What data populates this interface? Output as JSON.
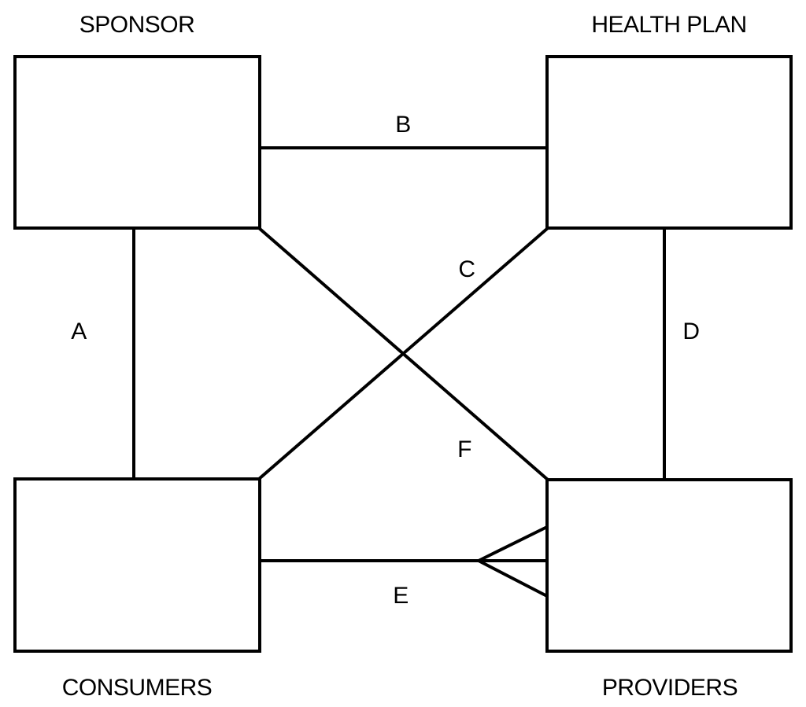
{
  "diagram": {
    "type": "entity-relationship-diagram",
    "colors": {
      "background": "#ffffff",
      "line": "#000000",
      "text": "#000000"
    },
    "nodes": [
      {
        "id": "sponsor",
        "label": "SPONSOR",
        "label_position": "above-box",
        "shape": "rectangle"
      },
      {
        "id": "health_plan",
        "label": "HEALTH PLAN",
        "label_position": "above-box",
        "shape": "rectangle"
      },
      {
        "id": "consumers",
        "label": "CONSUMERS",
        "label_position": "below-box",
        "shape": "rectangle"
      },
      {
        "id": "providers",
        "label": "PROVIDERS",
        "label_position": "below-box",
        "shape": "rectangle"
      }
    ],
    "edges": [
      {
        "id": "A",
        "label": "A",
        "from": "sponsor",
        "to": "consumers",
        "style": "plain-line"
      },
      {
        "id": "B",
        "label": "B",
        "from": "sponsor",
        "to": "health_plan",
        "style": "plain-line"
      },
      {
        "id": "C",
        "label": "C",
        "from": "health_plan",
        "to": "consumers",
        "style": "plain-line"
      },
      {
        "id": "D",
        "label": "D",
        "from": "health_plan",
        "to": "providers",
        "style": "plain-line"
      },
      {
        "id": "E",
        "label": "E",
        "from": "consumers",
        "to": "providers",
        "style": "crow-foot-at-providers-end"
      },
      {
        "id": "F",
        "label": "F",
        "from": "sponsor",
        "to": "providers",
        "style": "plain-line"
      }
    ]
  }
}
